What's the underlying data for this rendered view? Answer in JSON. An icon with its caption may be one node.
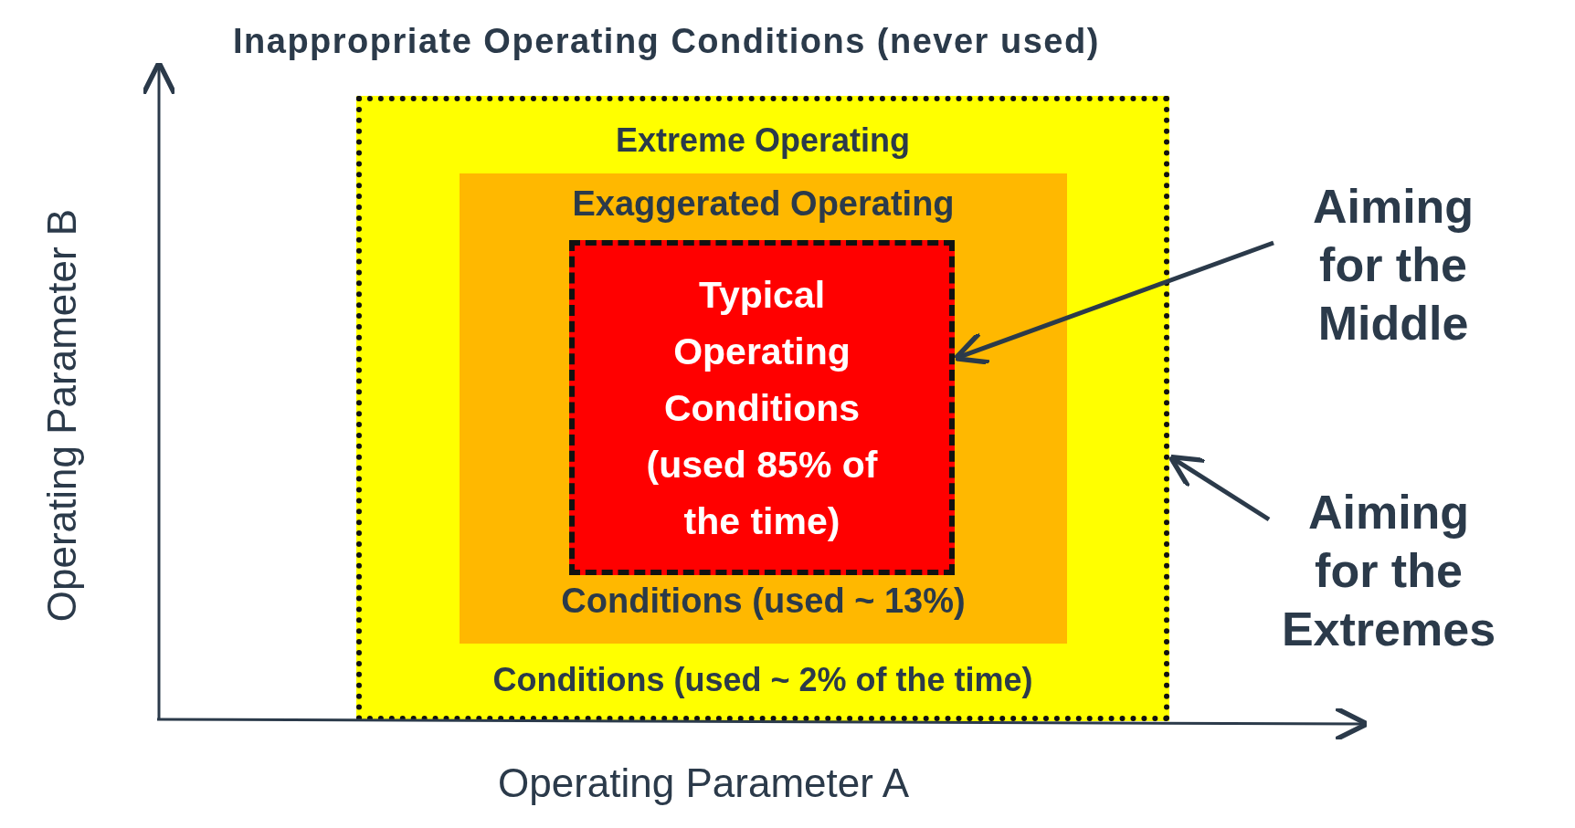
{
  "diagram": {
    "title": "Inappropriate Operating Conditions (never used)",
    "nodes": [
      {
        "text": [
          "Extreme Operating",
          "Conditions (used ~ 2% of the time)"
        ]
      },
      {
        "text": [
          "Exaggerated Operating",
          "Conditions (used ~ 13%)"
        ],
        "in": 0
      },
      {
        "text": [
          "Typical Operating Conditions (used 85% of the time)"
        ],
        "in": 1
      },
      {
        "text": [
          "Aiming for the Middle"
        ]
      },
      {
        "text": [
          "Aiming for the Extremes"
        ]
      }
    ],
    "edges": [
      {
        "from": 3,
        "to": 2,
        "arrow": "to"
      },
      {
        "from": 4,
        "to": 0,
        "arrow": "to"
      }
    ],
    "labels": [
      "Operating Parameter B",
      "Operating Parameter A"
    ]
  }
}
